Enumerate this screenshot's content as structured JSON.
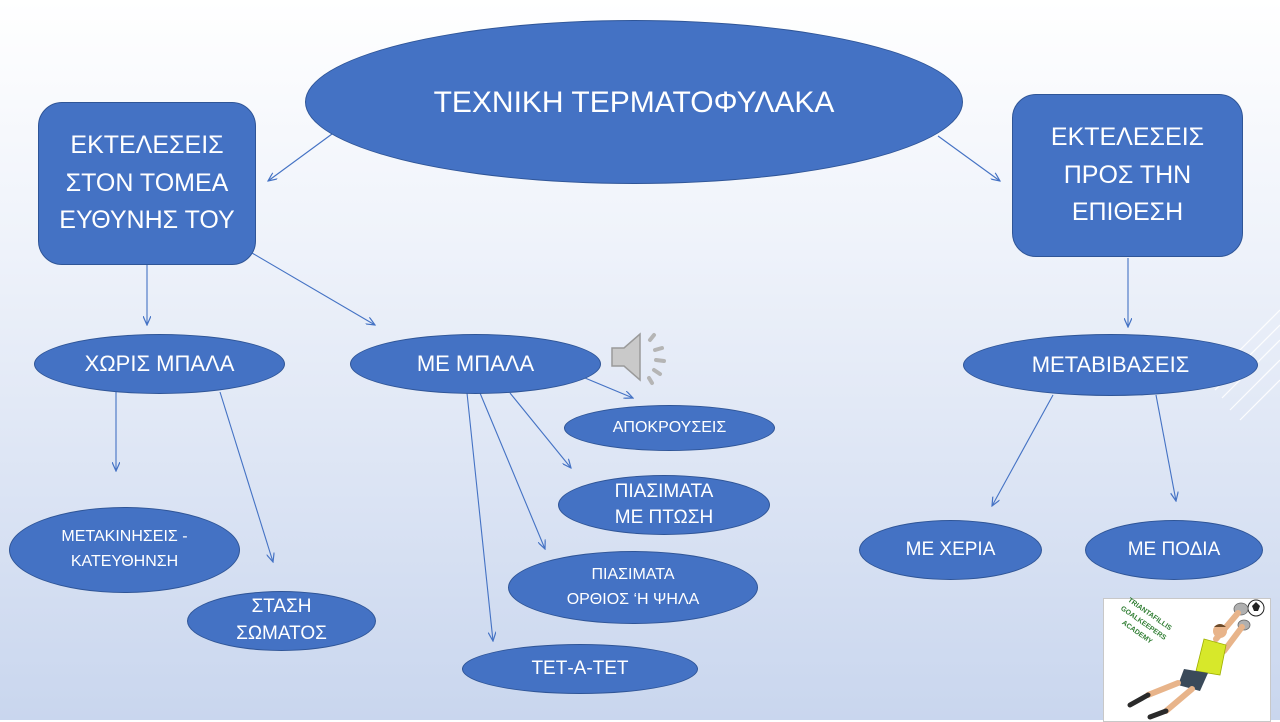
{
  "colors": {
    "node_fill": "#4472c4",
    "node_border": "#2f5597",
    "node_text": "#ffffff",
    "connector": "#4472c4"
  },
  "diagram": {
    "root": "ΤΕΧΝΙΚΗ ΤΕΡΜΑΤΟΦΥΛΑΚΑ",
    "left_box": "ΕΚΤΕΛΕΣΕΙΣ\nΣΤΟΝ ΤΟΜΕΑ\nΕΥΘΥΝΗΣ ΤΟΥ",
    "right_box": "ΕΚΤΕΛΕΣΕΙΣ\nΠΡΟΣ ΤΗΝ\nΕΠΙΘΕΣΗ",
    "without_ball": "ΧΩΡΙΣ ΜΠΑΛΑ",
    "with_ball": "ΜΕ ΜΠΑΛΑ",
    "passes": "ΜΕΤΑΒΙΒΑΣΕΙΣ",
    "movement": "ΜΕΤΑΚΙΝΗΣΕΙΣ -\nΚΑΤΕΥΘΗΝΣΗ",
    "body_stance": "ΣΤΑΣΗ\nΣΩΜΑΤΟΣ",
    "deflections": "ΑΠΟΚΡΟΥΣΕΙΣ",
    "catches_dive": "ΠΙΑΣΙΜΑΤΑ\nΜΕ ΠΤΩΣΗ",
    "catches_high": "ΠΙΑΣΙΜΑΤΑ\nΟΡΘΙΟΣ ‘Η ΨΗΛΑ",
    "one_on_one": "ΤΕΤ-Α-ΤΕΤ",
    "with_hands": "ΜΕ ΧΕΡΙΑ",
    "with_feet": "ΜΕ ΠΟΔΙΑ"
  },
  "logo": {
    "text": "TRIANTAFILLIS\nGOALKEEPERS\nACADEMY"
  },
  "icons": {
    "speaker": "speaker-icon",
    "logo": "goalkeeper-logo-icon"
  }
}
